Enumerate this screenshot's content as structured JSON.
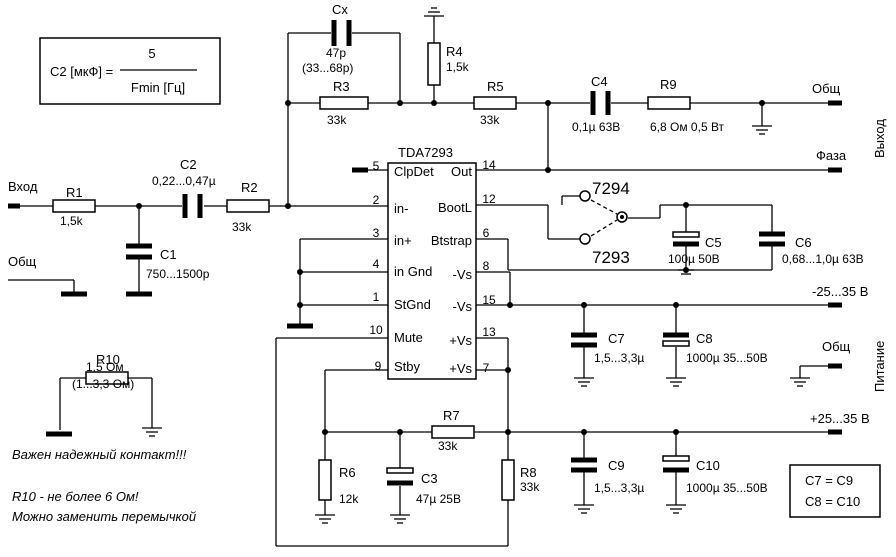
{
  "formula": {
    "lhs": "C2 [мкФ] =",
    "numerator": "5",
    "denominator": "Fmin [Гц]"
  },
  "ic": {
    "name": "TDA7293",
    "pins": [
      {
        "num": "5",
        "label": "ClpDet",
        "side": "left"
      },
      {
        "num": "2",
        "label": "in-",
        "side": "left"
      },
      {
        "num": "3",
        "label": "in+",
        "side": "left"
      },
      {
        "num": "4",
        "label": "in Gnd",
        "side": "left"
      },
      {
        "num": "1",
        "label": "StGnd",
        "side": "left"
      },
      {
        "num": "10",
        "label": "Mute",
        "side": "left"
      },
      {
        "num": "9",
        "label": "Stby",
        "side": "left"
      },
      {
        "num": "14",
        "label": "Out",
        "side": "right"
      },
      {
        "num": "12",
        "label": "BootL",
        "side": "right"
      },
      {
        "num": "6",
        "label": "Btstrap",
        "side": "right"
      },
      {
        "num": "8",
        "label": "-Vs",
        "side": "right"
      },
      {
        "num": "15",
        "label": "-Vs",
        "side": "right"
      },
      {
        "num": "13",
        "label": "+Vs",
        "side": "right"
      },
      {
        "num": "7",
        "label": "+Vs",
        "side": "right"
      }
    ]
  },
  "components": {
    "R1": {
      "name": "R1",
      "value": "1,5k"
    },
    "C1": {
      "name": "C1",
      "value": "750...1500p"
    },
    "C2": {
      "name": "C2",
      "value": "0,22...0,47µ"
    },
    "R2": {
      "name": "R2",
      "value": "33k"
    },
    "Cx": {
      "name": "Cx",
      "value": "47p",
      "value2": "(33...68p)"
    },
    "R3": {
      "name": "R3",
      "value": "33k"
    },
    "R4": {
      "name": "R4",
      "value": "1,5k"
    },
    "R5": {
      "name": "R5",
      "value": "33k"
    },
    "C4": {
      "name": "C4",
      "value": "0,1µ 63B"
    },
    "R9": {
      "name": "R9",
      "value": "6,8 Ом 0,5 Вт"
    },
    "C5": {
      "name": "C5",
      "value": "100µ 50B"
    },
    "C6": {
      "name": "C6",
      "value": "0,68...1,0µ 63B"
    },
    "C7": {
      "name": "C7",
      "value": "1,5...3,3µ"
    },
    "C8": {
      "name": "C8",
      "value": "1000µ 35...50B"
    },
    "R7": {
      "name": "R7",
      "value": "33k"
    },
    "R6": {
      "name": "R6",
      "value": "12k"
    },
    "C3": {
      "name": "C3",
      "value": "47µ 25B"
    },
    "R8": {
      "name": "R8",
      "value": "33k"
    },
    "C9": {
      "name": "C9",
      "value": "1,5...3,3µ"
    },
    "C10": {
      "name": "C10",
      "value": "1000µ 35...50B"
    },
    "R10": {
      "name": "R10",
      "value": "1,5 Ом",
      "value2": "(1...3,3 Ом)"
    }
  },
  "labels": {
    "input": "Вход",
    "gnd_in": "Общ",
    "out_gnd": "Общ",
    "phase": "Фаза",
    "output": "Выход",
    "neg_supply": "-25...35 В",
    "pos_supply": "+25...35 В",
    "power_gnd": "Общ",
    "power": "Питание",
    "j7294": "7294",
    "j7293": "7293"
  },
  "notes": {
    "contact": "Важен надежный контакт!!!",
    "r10a": "R10 - не более 6 Ом!",
    "r10b": "Можно заменить перемычкой"
  },
  "equiv": {
    "line1": "C7 = C9",
    "line2": "C8 = C10"
  }
}
